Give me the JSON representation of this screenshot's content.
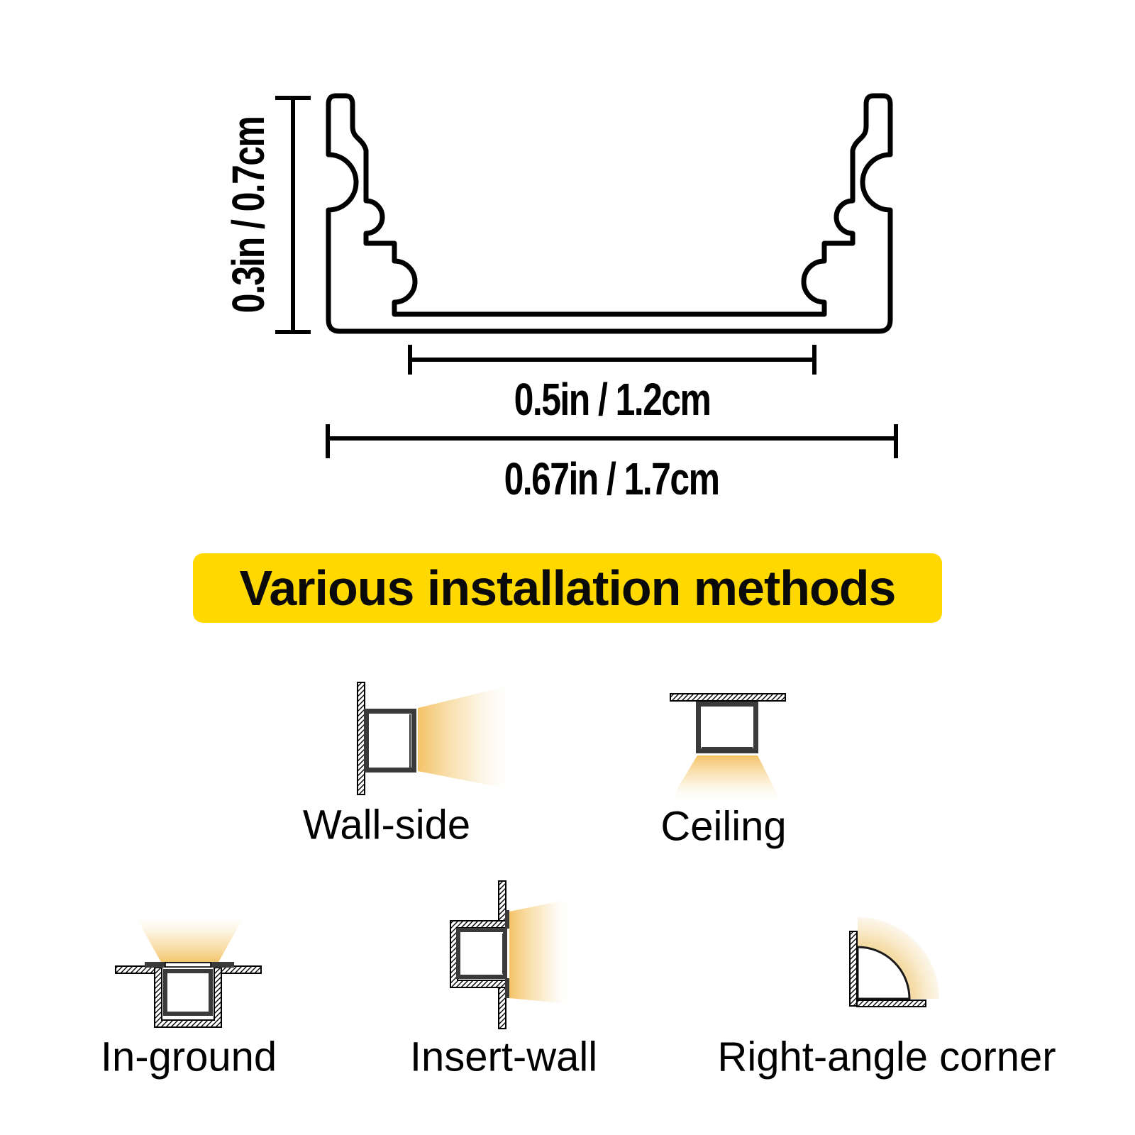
{
  "drawing": {
    "height_label": "0.3in / 0.7cm",
    "inner_width_label": "0.5in / 1.2cm",
    "outer_width_label": "0.67in / 1.7cm"
  },
  "banner": {
    "title": "Various installation methods",
    "bg_color": "#FFD800",
    "text_color": "#0A0A0A"
  },
  "methods": [
    {
      "label": "Wall-side"
    },
    {
      "label": "Ceiling"
    },
    {
      "label": "In-ground"
    },
    {
      "label": "Insert-wall"
    },
    {
      "label": "Right-angle corner"
    }
  ],
  "colors": {
    "outline": "#000000",
    "channel_frame": "#3A3A3A",
    "beam_amber": "#F3BF5E",
    "banner_yellow": "#FFD800"
  }
}
